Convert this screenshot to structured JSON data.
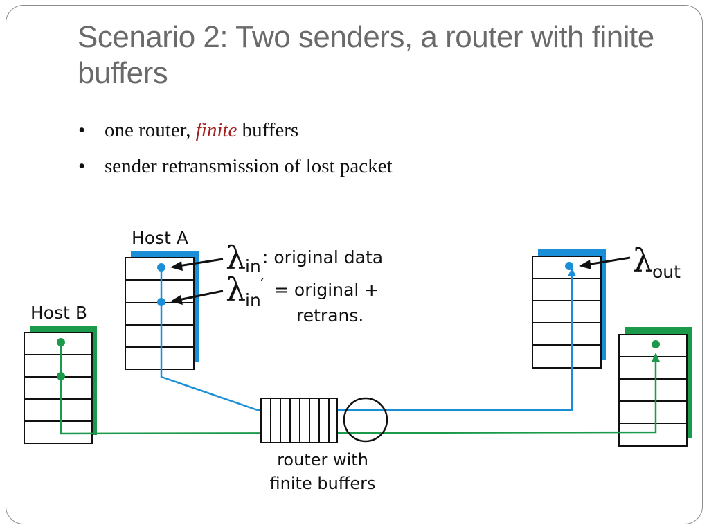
{
  "slide": {
    "title": "Scenario 2: Two senders, a router with finite buffers",
    "bullets": [
      {
        "before": "one router, ",
        "emphasis": "finite",
        "after": " buffers"
      },
      {
        "text": "sender retransmission of lost packet"
      }
    ]
  },
  "diagram": {
    "host_a_label": "Host A",
    "host_b_label": "Host B",
    "lambda_symbol": "λ",
    "lambda_in_sub": "in",
    "lambda_in_text": ": original data",
    "lambda_in_prime_sub": "in",
    "lambda_in_prime_mark": "′",
    "lambda_in_prime_text_1": "= original +",
    "lambda_in_prime_text_2": "retrans.",
    "lambda_out_sub": "out",
    "router_label_1": "router with",
    "router_label_2": "finite buffers",
    "colors": {
      "host_a": "#1a8fd8",
      "host_b": "#1a9a4a",
      "title": "#6a6a6a",
      "emphasis": "#a32020"
    }
  }
}
